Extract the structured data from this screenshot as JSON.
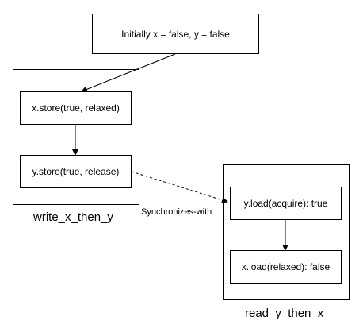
{
  "initial_state": {
    "label": "Initially x = false,  y = false"
  },
  "write_x_then_y": {
    "caption": "write_x_then_y",
    "nodes": [
      {
        "label": "x.store(true, relaxed)"
      },
      {
        "label": "y.store(true, release)"
      }
    ]
  },
  "read_y_then_x": {
    "caption": "read_y_then_x",
    "nodes": [
      {
        "label": "y.load(acquire): true"
      },
      {
        "label": "x.load(relaxed): false"
      }
    ]
  },
  "edges": {
    "synchronizes_with_label": "Synchronizes-with"
  }
}
